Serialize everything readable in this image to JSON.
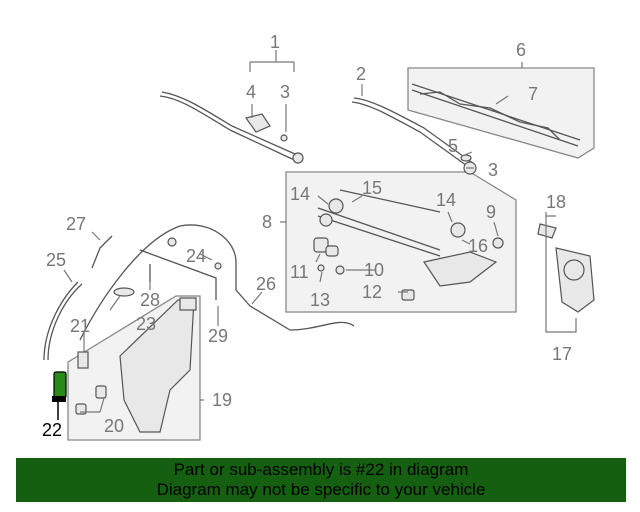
{
  "diagram": {
    "callouts": {
      "c1": "1",
      "c2": "2",
      "c3a": "3",
      "c3b": "3",
      "c4": "4",
      "c5": "5",
      "c6": "6",
      "c7": "7",
      "c8": "8",
      "c9": "9",
      "c10": "10",
      "c11": "11",
      "c12": "12",
      "c13": "13",
      "c14a": "14",
      "c14b": "14",
      "c15": "15",
      "c16": "16",
      "c17": "17",
      "c18": "18",
      "c19": "19",
      "c20": "20",
      "c21": "21",
      "c22": "22",
      "c23": "23",
      "c24": "24",
      "c25": "25",
      "c26": "26",
      "c27": "27",
      "c28": "28",
      "c29": "29"
    },
    "highlight_color": "#146010"
  },
  "banner": {
    "line1": "Part or sub-assembly is #22 in diagram",
    "line2": "Diagram may not be specific to your vehicle"
  }
}
